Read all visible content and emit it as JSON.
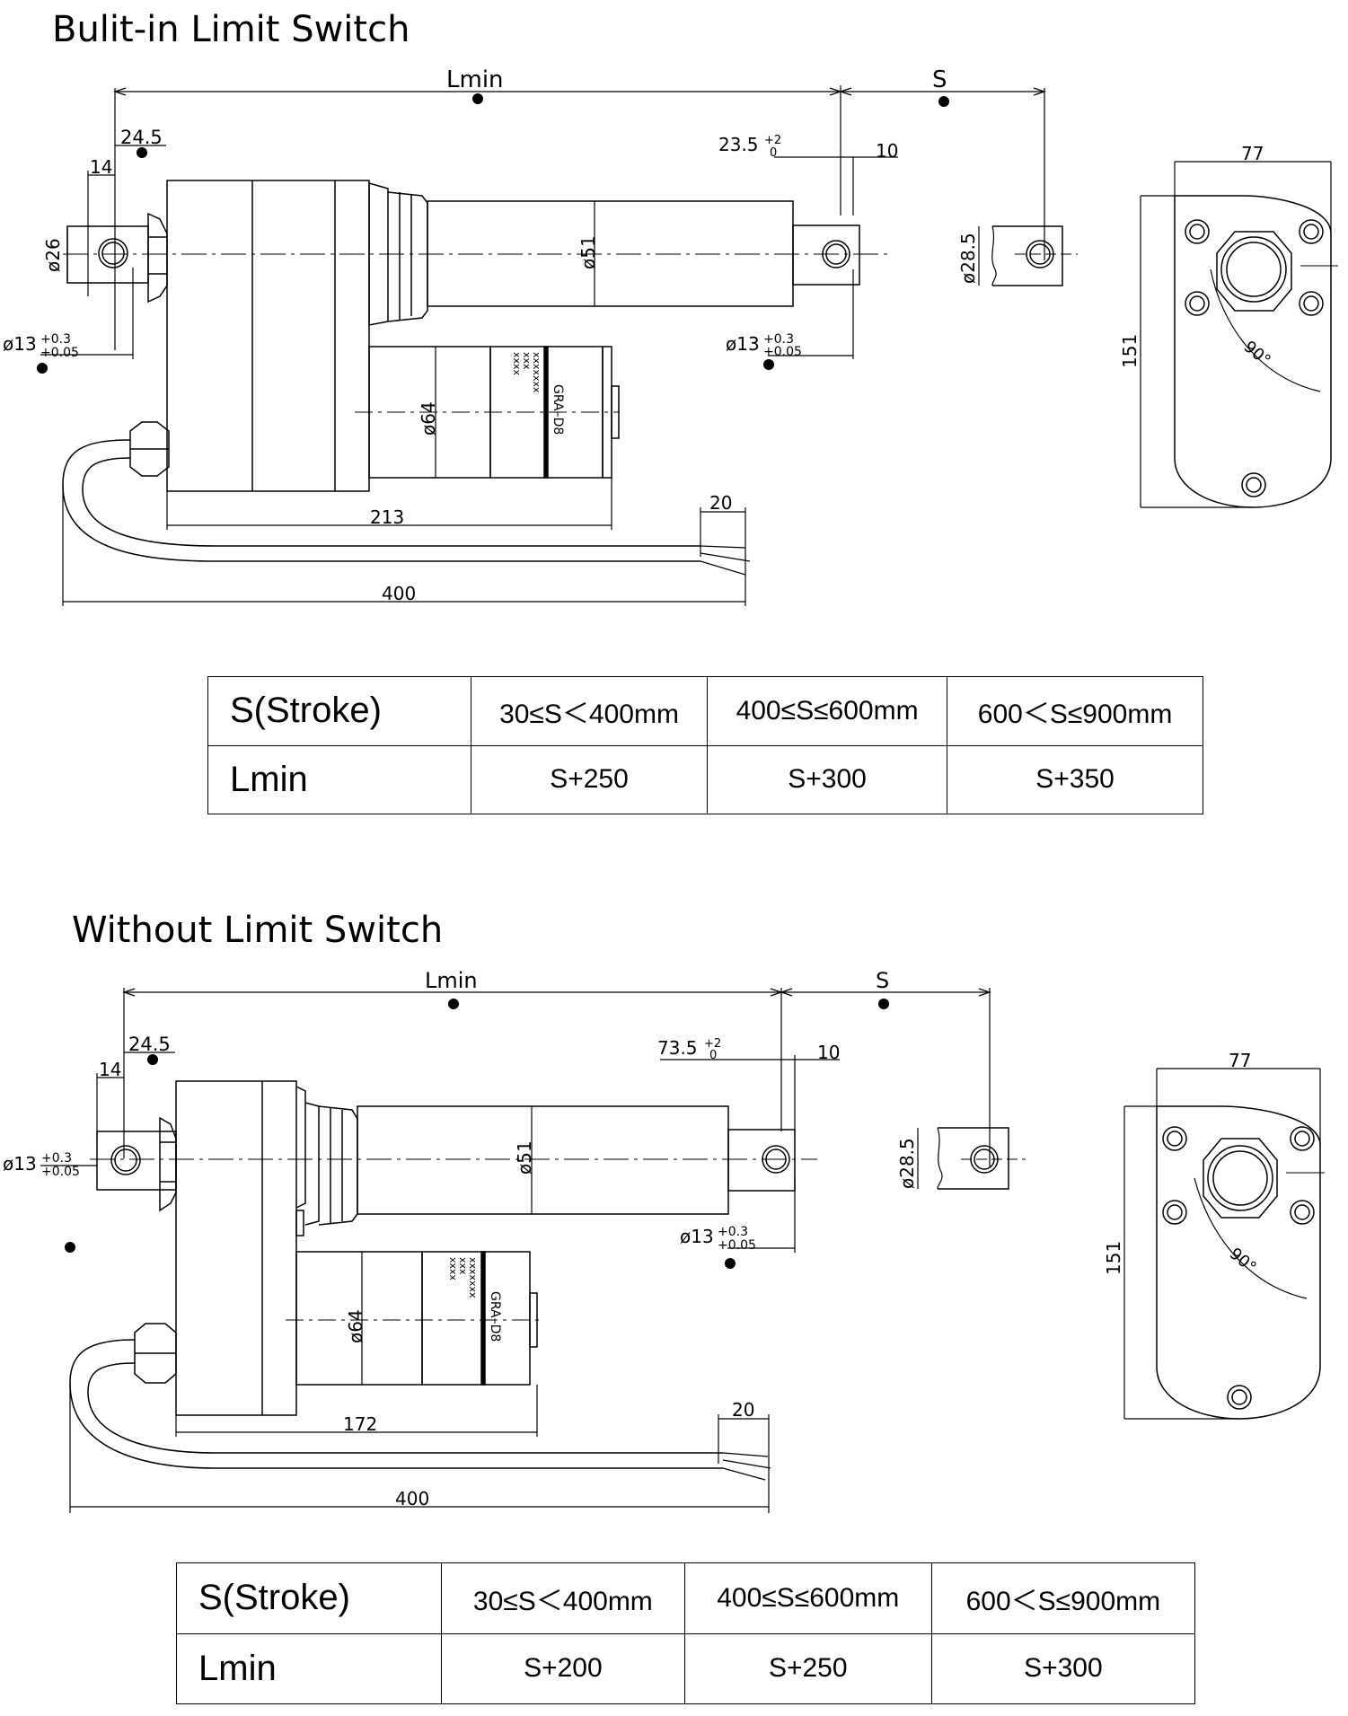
{
  "sections": [
    {
      "title": "Bulit-in Limit Switch",
      "dims": {
        "lmin": "Lmin",
        "s": "S",
        "d24_5": "24.5",
        "d14": "14",
        "d26": "ø26",
        "d13_left": "ø13",
        "tol_up": "+0.3",
        "tol_dn": "+0.05",
        "d23_5": "23.5",
        "tol2_up": "+2",
        "tol2_dn": "0",
        "d10": "10",
        "d51": "ø51",
        "d28_5": "ø28.5",
        "d13_right": "ø13",
        "d64": "ø64",
        "label_model": "GRA–D8",
        "label_x1": "xxxxxxx",
        "label_x2": "xxx",
        "label_x3": "xxxx",
        "d213": "213",
        "d20": "20",
        "d400": "400",
        "d77": "77",
        "d151": "151",
        "d90": "90°"
      },
      "table": {
        "row1": {
          "head": "S(Stroke)",
          "cells": [
            "30≤S＜400mm",
            "400≤S≤600mm",
            "600＜S≤900mm"
          ]
        },
        "row2": {
          "head": "Lmin",
          "cells": [
            "S+250",
            "S+300",
            "S+350"
          ]
        }
      }
    },
    {
      "title": "Without Limit Switch",
      "dims": {
        "lmin": "Lmin",
        "s": "S",
        "d24_5": "24.5",
        "d14": "14",
        "d13_left": "ø13",
        "tol_up": "+0.3",
        "tol_dn": "+0.05",
        "d73_5": "73.5",
        "tol2_up": "+2",
        "tol2_dn": "0",
        "d10": "10",
        "d51": "ø51",
        "d28_5": "ø28.5",
        "d13_right": "ø13",
        "d64": "ø64",
        "label_model": "GRA–D8",
        "label_x1": "xxxxxxx",
        "label_x2": "xxx",
        "label_x3": "xxxx",
        "d172": "172",
        "d20": "20",
        "d400": "400",
        "d77": "77",
        "d151": "151",
        "d90": "90°"
      },
      "table": {
        "row1": {
          "head": "S(Stroke)",
          "cells": [
            "30≤S＜400mm",
            "400≤S≤600mm",
            "600＜S≤900mm"
          ]
        },
        "row2": {
          "head": "Lmin",
          "cells": [
            "S+200",
            "S+250",
            "S+300"
          ]
        }
      }
    }
  ]
}
